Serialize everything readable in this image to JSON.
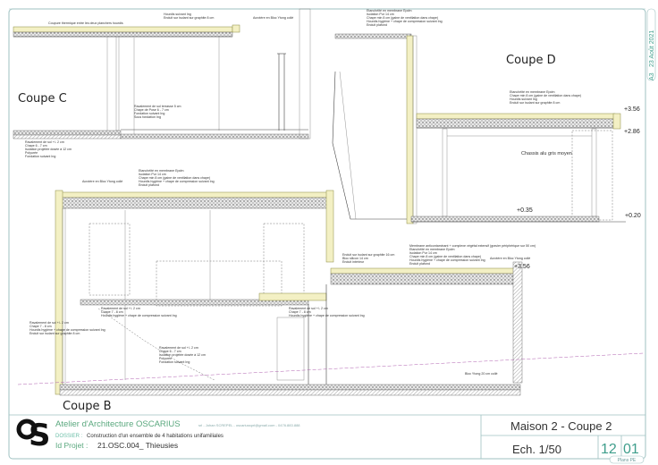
{
  "sheet": {
    "format": "A3",
    "date": "23 Août 2021",
    "plans_tag": "Plans PE"
  },
  "sections": {
    "coupe_c": "Coupe C",
    "coupe_d": "Coupe D",
    "coupe_b": "Coupe B"
  },
  "labels": {
    "chassis": "Chassis alu gris moyen"
  },
  "levels": {
    "d_top": "+3.56",
    "d_ceiling": "+2.86",
    "d_floor_in": "+0.35",
    "d_floor_out": "+0.20",
    "b_roof": "+3.56"
  },
  "annotations": {
    "coupure": "Coupure thermique entre les deux planchers hourdis",
    "acrotere": "Acrotère en Bloc Ytong collé",
    "roof_c": [
      "Hourdis suivant Ing",
      "Enduit sur isolant sur graphite 8 cm"
    ],
    "roof_d": [
      "Etanchéité en membrane Epdm",
      "Isolation Pur 14 cm",
      "Chape min 8 cm (gaine de ventilation dans chape)",
      "Hourdis hygiène + chape de compression suivant Ing",
      "Enduit plafond"
    ],
    "floor_c": [
      "Ravalement de sol +/- 2 cm",
      "Chape 6 - 7 cm",
      "Fondation suivant Ing",
      "Sous fondation Ing"
    ],
    "terrace_c": [
      "Ravalement de sol terrasse 5 cm",
      "Chape de Pose 6 - 7 cm",
      "Fondation suivant Ing",
      "Sous fondation Ing"
    ],
    "wall_c": [
      "Ravalement de sol +/- 2 cm",
      "Chape 6 - 7 cm",
      "Isolation projetée dosée à 12 cm",
      "Polyurée",
      "Fondation suivant Ing"
    ],
    "roof_d2": [
      "Etanchéité en membrane Epdm",
      "Chape min 8 cm (gaine de ventilation dans chape)",
      "Hourdis suivant Ing",
      "Enduit sur isolant sur graphite 8 cm"
    ],
    "roof_b": [
      "Etanchéité en membrane Epdm",
      "Isolation Pur 14 cm",
      "Chape min 8 cm (gaine de ventilation dans chape)",
      "Hourdis hygiène + chape de compression suivant Ing",
      "Enduit plafond"
    ],
    "acrotere_b": "Acrotère en Bloc Ytong collé",
    "wall_b": [
      "Enduit sur isolant sur graphite 16 cm",
      "Bloc silicon 14 cm",
      "Enduit intérieur"
    ],
    "green_roof": [
      "Membrane anticontaminant + complexe végétal extensif (gravier périphérique sur 50 cm)",
      "Etanchéité en membrane Epdm",
      "Isolation Pur 14 cm",
      "Chape min 8 cm (gaine de ventilation dans chape)",
      "Hourdis hygiène + chape de compression suivant Ing",
      "Enduit plafond"
    ],
    "acrotere_b2": "Acrotère en Bloc Ytong collé",
    "floor_b1": [
      "Ravalement de sol +/- 2 cm",
      "Chape 7 - 8 cm",
      "Hourdis hygiène + chape de compression suivant Ing",
      "Enduit sur isolant sur graphite 8 cm"
    ],
    "floor_b2": [
      "Ravalement de sol +/- 2 cm",
      "Chape 7 - 8 cm",
      "Hourdis hygiène + chape de compression suivant Ing",
      "Enduit plafond"
    ],
    "floor_b3": [
      "Ravalement de sol +/- 2 cm",
      "Chape 7 - 8 cm",
      "Hourdis hygiène + chape de compression suivant Ing"
    ],
    "floor_b4": [
      "Ravalement de sol +/- 2 cm",
      "Chape 6 - 7 cm",
      "Isolation projetée dosée à 12 cm",
      "Polyurée",
      "Fondation suivant Ing"
    ],
    "bloc_ytong": "Bloc Ytong 20 cm collé"
  },
  "title_block": {
    "firm": "Atelier d'Architecture OSCARIUS",
    "firm_details": "srl - Johan SCREPEL - oscariussprl@gmail.com - 0476.883.888",
    "dossier_label": "DOSSIER :",
    "dossier_value": "Construction d'un ensemble de 4 habitations unifamiliales",
    "project_label": "Id Projet :",
    "project_value": "21.OSC.004_ Thieusies",
    "sheet_title": "Maison 2 - Coupe 2",
    "scale": "Ech. 1/50",
    "sheet_num_a": "12",
    "sheet_num_b": "01",
    "logo_text": "OS"
  },
  "colors": {
    "frame": "#9fc2c2",
    "accent": "#3f9e8c",
    "insulation": "#f3f0c4"
  }
}
